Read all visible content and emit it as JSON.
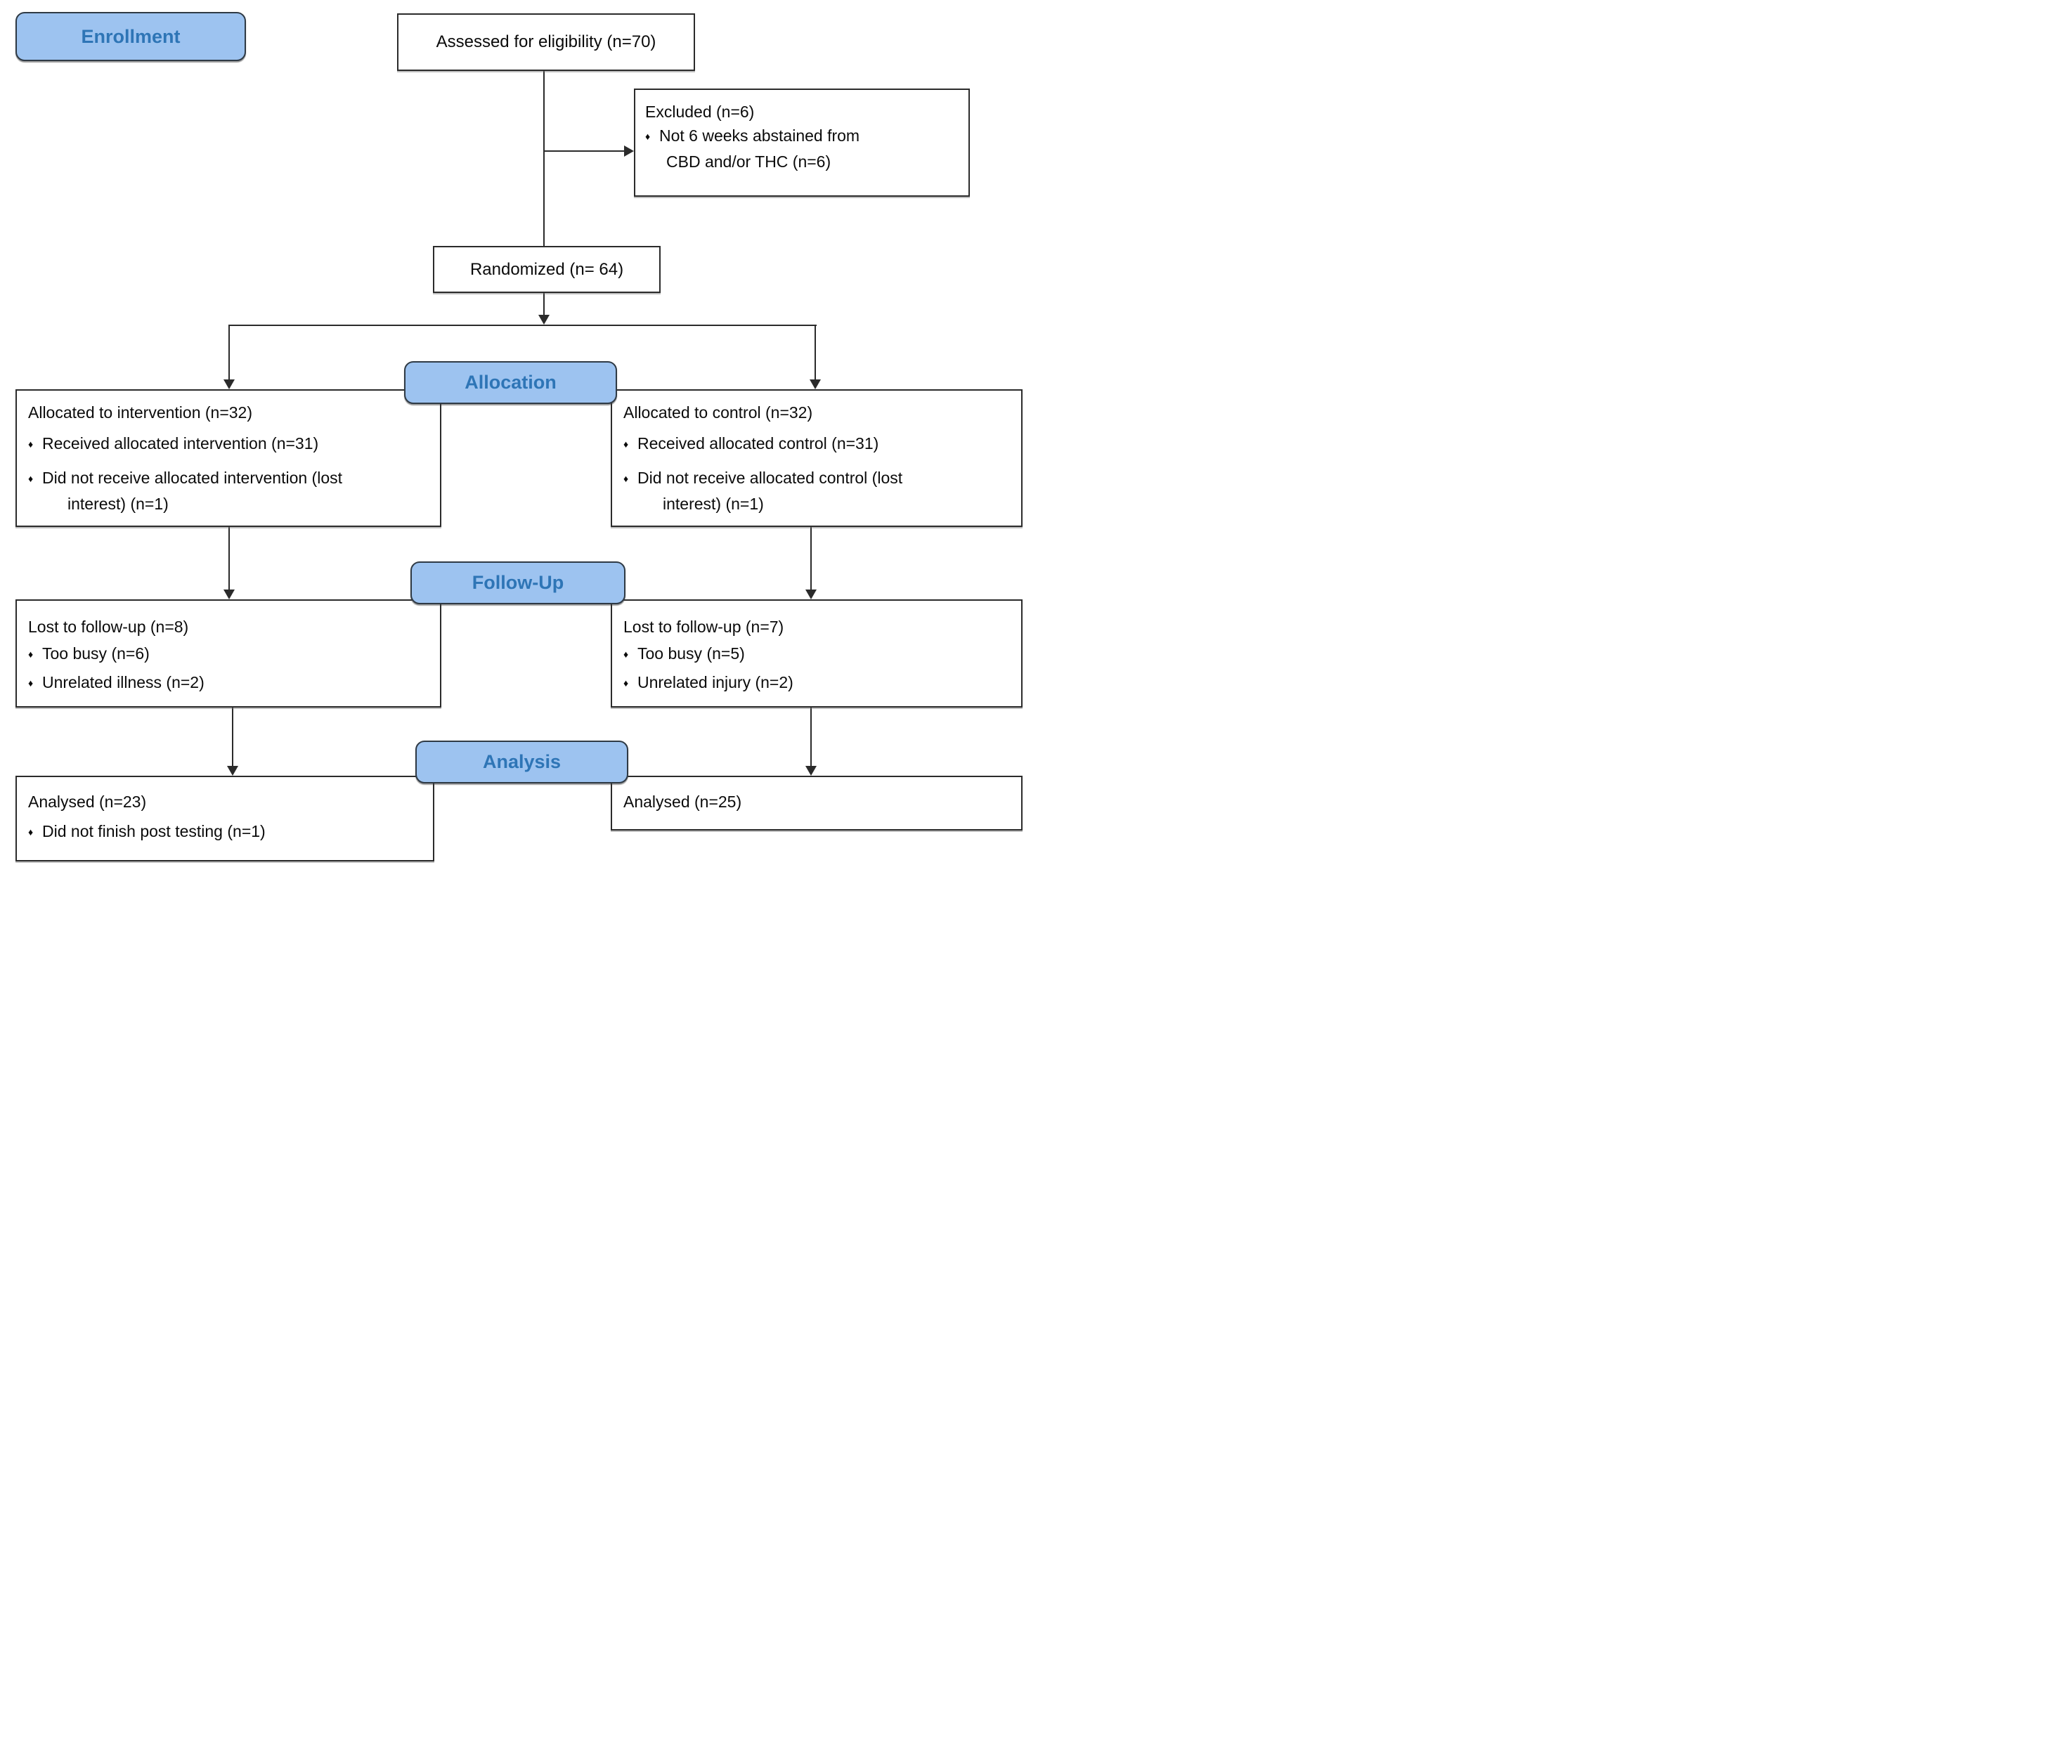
{
  "bullet_char": "♦",
  "colors": {
    "stage_fill": "#9DC3F0",
    "stage_text": "#2E75B6",
    "box_border": "#2B2B2B",
    "line": "#2B2B2B"
  },
  "stages": {
    "enrollment": "Enrollment",
    "allocation": "Allocation",
    "followup": "Follow-Up",
    "analysis": "Analysis"
  },
  "boxes": {
    "assessed": {
      "text": "Assessed for eligibility (n=70)"
    },
    "excluded": {
      "title": "Excluded (n=6)",
      "bullet1_line1": "Not 6 weeks abstained from",
      "bullet1_line2": "CBD and/or THC (n=6)"
    },
    "randomized": {
      "text": "Randomized (n= 64)"
    },
    "alloc_intervention": {
      "title": "Allocated to intervention (n=32)",
      "bullet1": "Received allocated intervention (n=31)",
      "bullet2_line1": "Did not receive allocated intervention (lost",
      "bullet2_line2": "interest) (n=1)"
    },
    "alloc_control": {
      "title": "Allocated to control (n=32)",
      "bullet1": "Received allocated control (n=31)",
      "bullet2_line1": "Did not receive allocated control (lost",
      "bullet2_line2": "interest) (n=1)"
    },
    "followup_intervention": {
      "title": "Lost to follow-up (n=8)",
      "bullet1": "Too busy (n=6)",
      "bullet2": "Unrelated illness (n=2)"
    },
    "followup_control": {
      "title": "Lost to follow-up (n=7)",
      "bullet1": "Too busy (n=5)",
      "bullet2": "Unrelated injury (n=2)"
    },
    "analysis_intervention": {
      "title": "Analysed (n=23)",
      "bullet1": "Did not finish post testing (n=1)"
    },
    "analysis_control": {
      "title": "Analysed (n=25)"
    }
  }
}
